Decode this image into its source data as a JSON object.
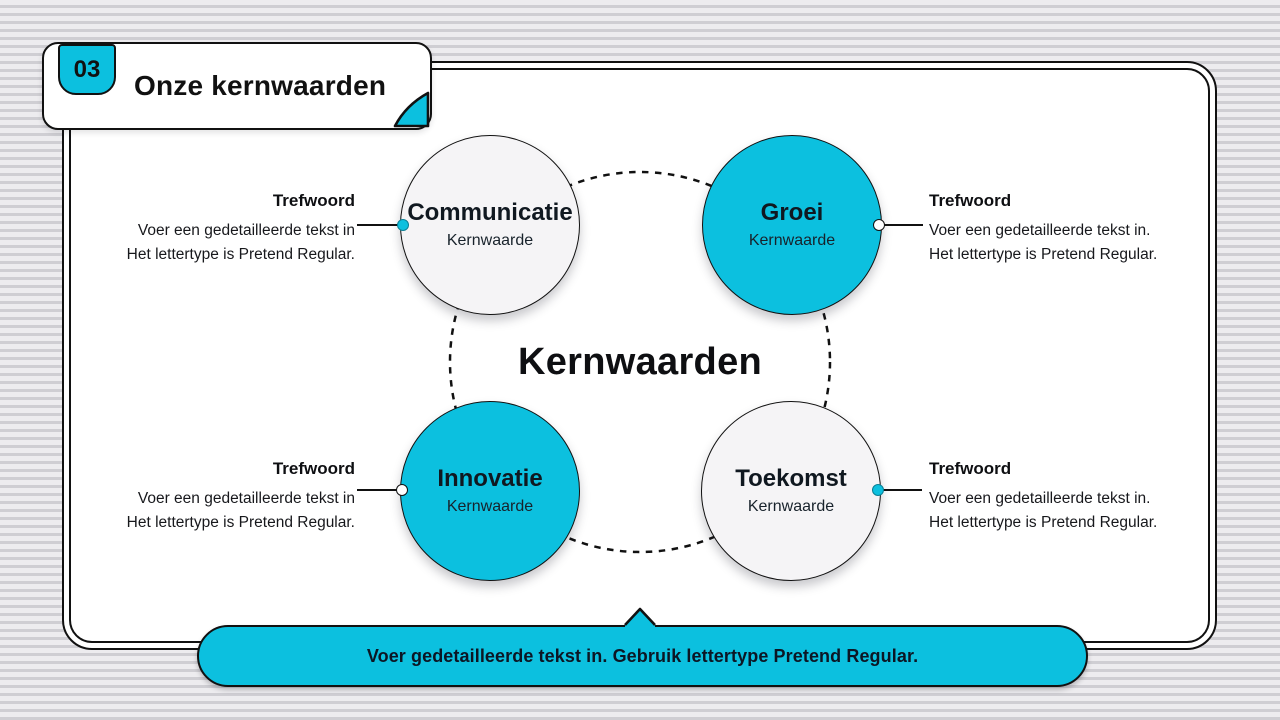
{
  "colors": {
    "accent": "#0cc0df",
    "ink": "#111111",
    "circle_light": "#f5f4f6",
    "stripe_light": "#edecef",
    "stripe_dark": "#cfced3"
  },
  "header": {
    "number": "03",
    "title": "Onze kernwaarden"
  },
  "center": {
    "title": "Kernwaarden"
  },
  "circles": [
    {
      "id": "communicatie",
      "label": "Communicatie",
      "sublabel": "Kernwaarde",
      "fill": "light"
    },
    {
      "id": "groei",
      "label": "Groei",
      "sublabel": "Kernwaarde",
      "fill": "accent"
    },
    {
      "id": "innovatie",
      "label": "Innovatie",
      "sublabel": "Kernwaarde",
      "fill": "accent"
    },
    {
      "id": "toekomst",
      "label": "Toekomst",
      "sublabel": "Kernwaarde",
      "fill": "light"
    }
  ],
  "callouts": [
    {
      "position": "top-left",
      "heading": "Trefwoord",
      "line1": "Voer een gedetailleerde tekst in",
      "line2": "Het lettertype is Pretend Regular."
    },
    {
      "position": "top-right",
      "heading": "Trefwoord",
      "line1": "Voer een gedetailleerde tekst in.",
      "line2": "Het lettertype is Pretend Regular."
    },
    {
      "position": "bottom-left",
      "heading": "Trefwoord",
      "line1": "Voer een gedetailleerde tekst in",
      "line2": "Het lettertype is Pretend Regular."
    },
    {
      "position": "bottom-right",
      "heading": "Trefwoord",
      "line1": "Voer een gedetailleerde tekst in.",
      "line2": "Het lettertype is Pretend Regular."
    }
  ],
  "footer": {
    "text": "Voer gedetailleerde tekst in. Gebruik lettertype Pretend Regular."
  }
}
